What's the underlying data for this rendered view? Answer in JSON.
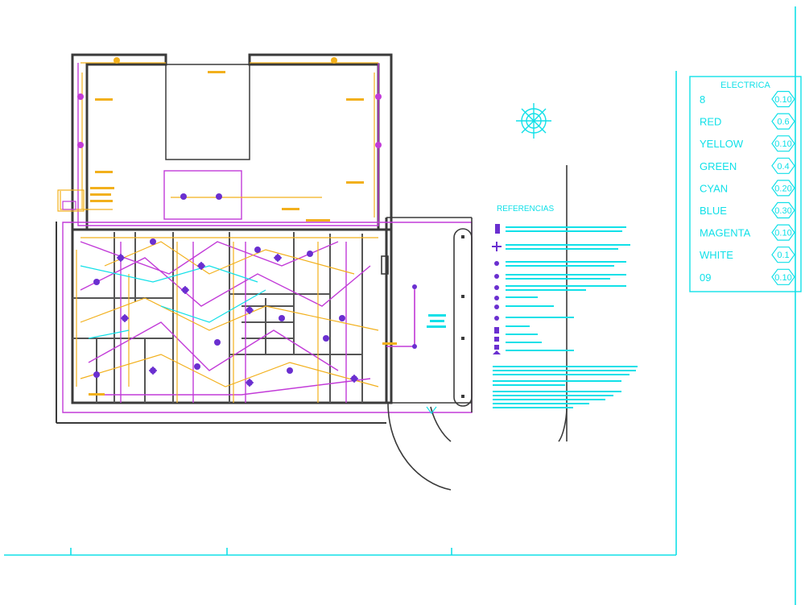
{
  "legend": {
    "title": "ELECTRICA",
    "rows": [
      {
        "name": "8",
        "weight": "0.10"
      },
      {
        "name": "RED",
        "weight": "0.6"
      },
      {
        "name": "YELLOW",
        "weight": "0.10"
      },
      {
        "name": "GREEN",
        "weight": "0.4"
      },
      {
        "name": "CYAN",
        "weight": "0.20"
      },
      {
        "name": "BLUE",
        "weight": "0.30"
      },
      {
        "name": "MAGENTA",
        "weight": "0.10"
      },
      {
        "name": "WHITE",
        "weight": "0.1"
      },
      {
        "name": "09",
        "weight": "0.10"
      }
    ]
  },
  "references": {
    "title": "REFERENCIAS"
  },
  "colors": {
    "cyan": "#11e0e8",
    "magenta": "#c23bd8",
    "yellow": "#f2b01c",
    "purple": "#6a2fd0",
    "dark": "#3a3a3a"
  }
}
